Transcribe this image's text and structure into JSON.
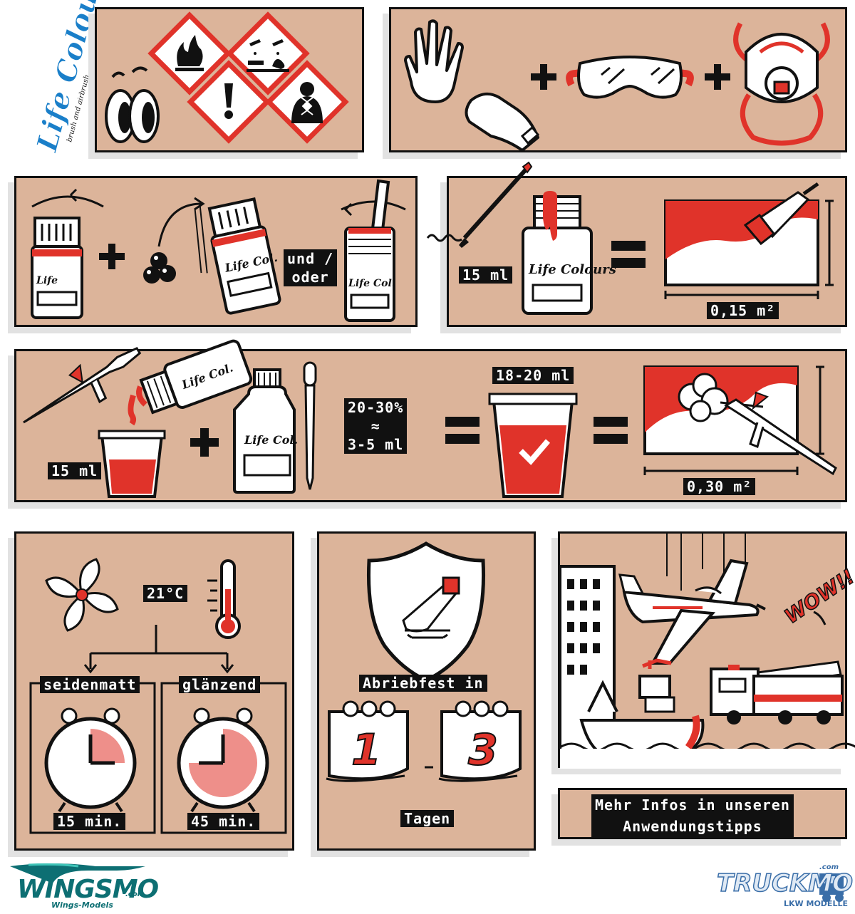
{
  "brand": {
    "logo_text": "Life Colours",
    "logo_subtitle": "brush and airbrush",
    "footer_left": "WINGSMO",
    "footer_left_sub": "Wings-Models",
    "footer_left_tld": ".com",
    "footer_right": "TRUCKMO",
    "footer_right_sub": "LKW MODELLE",
    "footer_right_tld": ".com"
  },
  "row2": {
    "and_or": "und /\noder",
    "brush_amount": "15 ml",
    "brush_area": "0,15 m²"
  },
  "row3": {
    "cup_amount": "15 ml",
    "thinner_ratio": "20-30%\n≈\n3-5 ml",
    "mix_amount": "18-20 ml",
    "airbrush_area": "0,30 m²"
  },
  "row4": {
    "temperature": "21°C",
    "finish_matte": "seidenmatt",
    "finish_gloss": "glänzend",
    "time_matte": "15 min.",
    "time_gloss": "45 min.",
    "abrasion_title": "Abriebfest in",
    "day_from": "1",
    "day_to": "3",
    "days_label": "Tagen",
    "wow": "WOW!!",
    "more_info": "Mehr Infos in unseren\nAnwendungstipps"
  },
  "colors": {
    "panel": "#dcb49a",
    "accent_red": "#e0332a",
    "ink": "#111111",
    "wingsmo_teal": "#0d6f73",
    "truckmo_blue": "#3a6ea8"
  },
  "icons": [
    "flame-hazard-icon",
    "corrosive-hazard-icon",
    "exclamation-hazard-icon",
    "health-hazard-icon",
    "eyes-icon",
    "glove-icon",
    "goggles-icon",
    "mask-icon",
    "paint-bottle-icon",
    "mixing-balls-icon",
    "stir-stick-icon",
    "brush-icon",
    "airbrush-icon",
    "thinner-bottle-icon",
    "pipette-icon",
    "cup-icon",
    "fan-icon",
    "thermometer-icon",
    "alarm-clock-icon",
    "shield-icon",
    "calendar-icon",
    "airplane-icon",
    "ship-icon",
    "fire-truck-icon",
    "building-icon"
  ]
}
